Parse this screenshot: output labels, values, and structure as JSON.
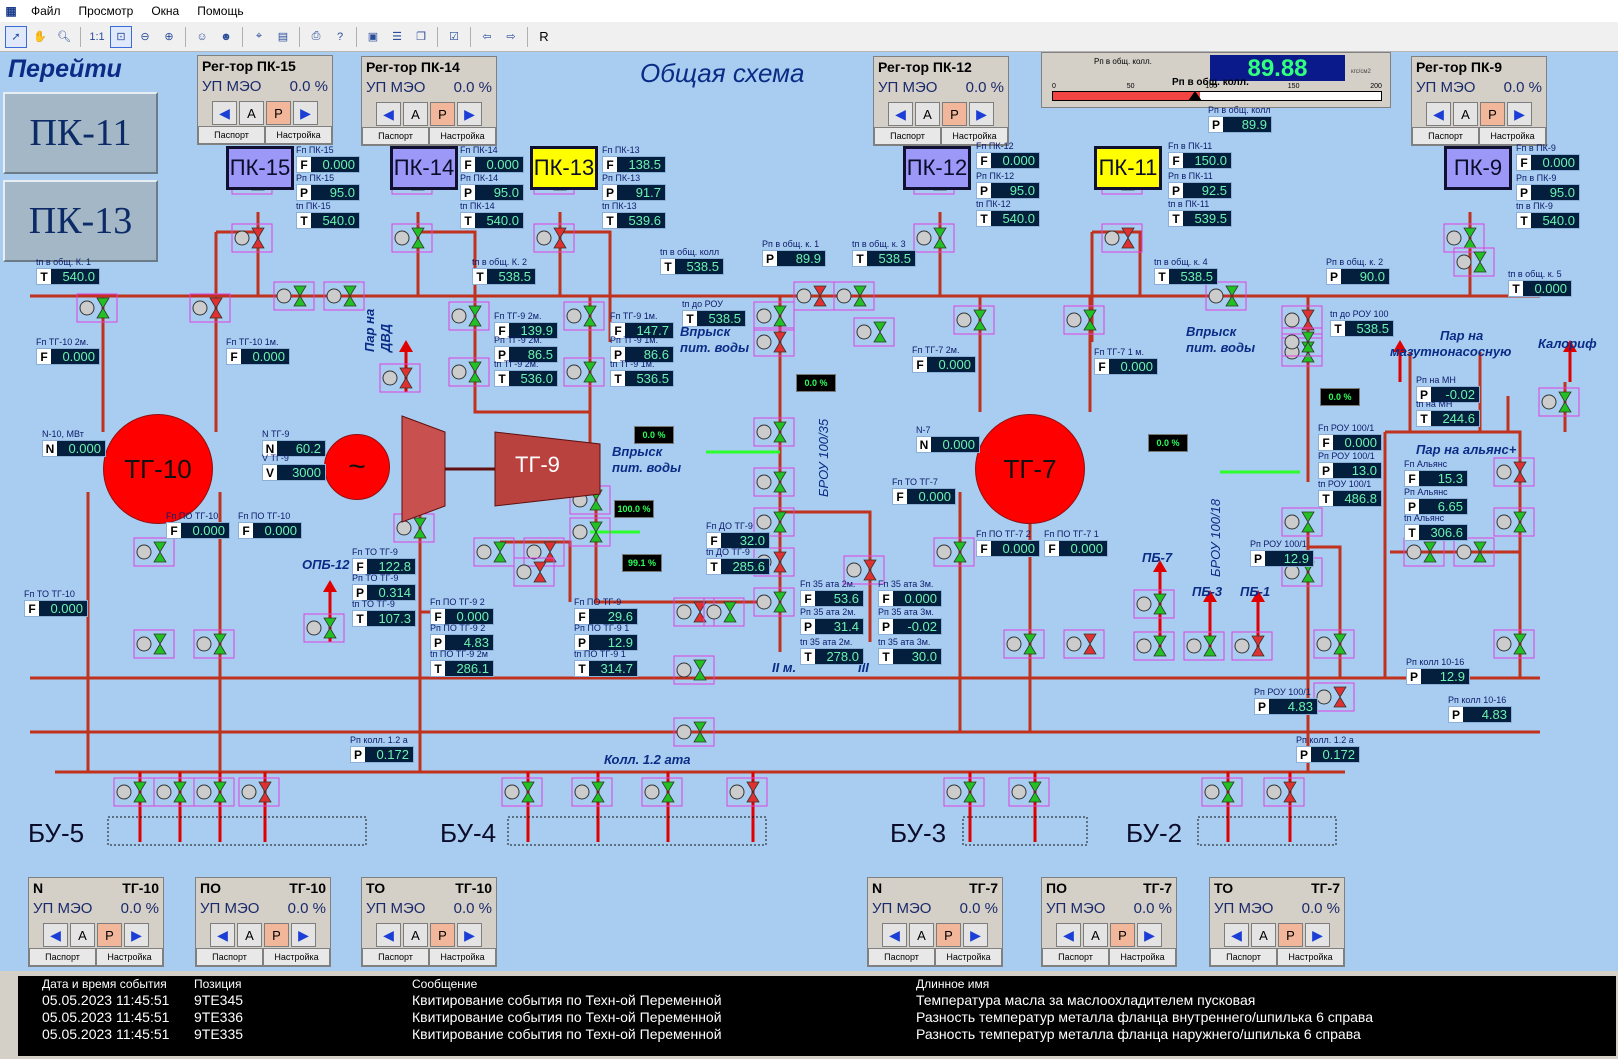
{
  "app": {
    "menu": [
      "Файл",
      "Просмотр",
      "Окна",
      "Помощь"
    ],
    "toolbar_last": "R"
  },
  "nav": {
    "title": "Перейти",
    "buttons": [
      "ПК-11",
      "ПК-13"
    ]
  },
  "scheme_title": "Общая схема",
  "regulators_top": [
    {
      "title": "Рег-тор ПК-15",
      "mode": "УП МЭО",
      "value": "0.0 %"
    },
    {
      "title": "Рег-тор ПК-14",
      "mode": "УП МЭО",
      "value": "0.0 %"
    },
    {
      "title": "Рег-тор ПК-12",
      "mode": "УП МЭО",
      "value": "0.0 %"
    },
    {
      "title": "Рег-тор ПК-9",
      "mode": "УП МЭО",
      "value": "0.0 %"
    }
  ],
  "regulators_bottom": [
    {
      "title_a": "N",
      "title_b": "ТГ-10",
      "mode": "УП МЭО",
      "value": "0.0 %"
    },
    {
      "title_a": "ПО",
      "title_b": "ТГ-10",
      "mode": "УП МЭО",
      "value": "0.0 %"
    },
    {
      "title_a": "ТО",
      "title_b": "ТГ-10",
      "mode": "УП МЭО",
      "value": "0.0 %"
    },
    {
      "title_a": "N",
      "title_b": "ТГ-7",
      "mode": "УП МЭО",
      "value": "0.0 %"
    },
    {
      "title_a": "ПО",
      "title_b": "ТГ-7",
      "mode": "УП МЭО",
      "value": "0.0 %"
    },
    {
      "title_a": "ТО",
      "title_b": "ТГ-7",
      "mode": "УП МЭО",
      "value": "0.0 %"
    }
  ],
  "reg_buttons": {
    "a": "A",
    "p": "P",
    "passport": "Паспорт",
    "settings": "Настройка"
  },
  "pk": [
    "ПК-15",
    "ПК-14",
    "ПК-13",
    "ПК-12",
    "ПК-11",
    "ПК-9"
  ],
  "turbines": [
    "ТГ-10",
    "ТГ-9",
    "ТГ-7"
  ],
  "generator": "~",
  "pressure": {
    "label": "Рп в общ. колл.",
    "value": "89.88",
    "unit": "кгс/см2",
    "ticks": [
      "0",
      "50",
      "100",
      "150",
      "200"
    ],
    "fill_fraction": 0.449
  },
  "labels": {
    "vpr1": "Впрыск",
    "vpr1b": "пит. воды",
    "vpr2": "Впрыск",
    "vpr2b": "пит. воды",
    "vpr3": "Впрыск",
    "vpr3b": "пит. воды",
    "dvd": "Пар на",
    "dvd2": "ДВД",
    "opb": "ОПБ-12",
    "mazut": "Пар на",
    "mazut2": "мазутнонасосную",
    "kalorif": "Калориф",
    "alyans": "Пар на альянс+",
    "pb7": "ПБ-7",
    "pb3": "ПБ-3",
    "pb1": "ПБ-1",
    "broy35": "БРОУ 100/35",
    "broy18": "БРОУ 100/18",
    "iim": "II м.",
    "iii": "III",
    "koll": "Колл. 1.2 ата"
  },
  "bu": [
    "БУ-5",
    "БУ-4",
    "БУ-3",
    "БУ-2"
  ],
  "cond": [
    "0.0 %",
    "0.0 %",
    "100.0 %",
    "99.1 %",
    "0.0 %",
    "0.0 %"
  ],
  "readings": [
    {
      "id": "pk15f",
      "tag": "Fп ПК-15",
      "t": "F",
      "v": "0.000"
    },
    {
      "id": "pk15p",
      "tag": "Рп ПК-15",
      "t": "P",
      "v": "95.0"
    },
    {
      "id": "pk15t",
      "tag": "tп ПК-15",
      "t": "T",
      "v": "540.0"
    },
    {
      "id": "pk14f",
      "tag": "Fп ПК-14",
      "t": "F",
      "v": "0.000"
    },
    {
      "id": "pk14p",
      "tag": "Рп ПК-14",
      "t": "P",
      "v": "95.0"
    },
    {
      "id": "pk14t",
      "tag": "tп ПК-14",
      "t": "T",
      "v": "540.0"
    },
    {
      "id": "pk13f",
      "tag": "Fп ПК-13",
      "t": "F",
      "v": "138.5"
    },
    {
      "id": "pk13p",
      "tag": "Рп ПК-13",
      "t": "P",
      "v": "91.7"
    },
    {
      "id": "pk13t",
      "tag": "tп ПК-13",
      "t": "T",
      "v": "539.6"
    },
    {
      "id": "pk12f",
      "tag": "Fп ПК-12",
      "t": "F",
      "v": "0.000"
    },
    {
      "id": "pk12p",
      "tag": "Рп ПК-12",
      "t": "P",
      "v": "95.0"
    },
    {
      "id": "pk12t",
      "tag": "tп ПК-12",
      "t": "T",
      "v": "540.0"
    },
    {
      "id": "pk11f",
      "tag": "Fп в ПК-11",
      "t": "F",
      "v": "150.0"
    },
    {
      "id": "pk11p",
      "tag": "Рп в ПК-11",
      "t": "P",
      "v": "92.5"
    },
    {
      "id": "pk11t",
      "tag": "tп в ПК-11",
      "t": "T",
      "v": "539.5"
    },
    {
      "id": "pk9f",
      "tag": "Fп в ПК-9",
      "t": "F",
      "v": "0.000"
    },
    {
      "id": "pk9p",
      "tag": "Рп в ПК-9",
      "t": "P",
      "v": "95.0"
    },
    {
      "id": "pk9t",
      "tag": "tп в ПК-9",
      "t": "T",
      "v": "540.0"
    },
    {
      "id": "k1t",
      "tag": "tп в общ. К. 1",
      "t": "T",
      "v": "540.0"
    },
    {
      "id": "k2t",
      "tag": "tп в общ. К. 2",
      "t": "T",
      "v": "538.5"
    },
    {
      "id": "kolt",
      "tag": "tп в общ. колл",
      "t": "T",
      "v": "538.5"
    },
    {
      "id": "k1p",
      "tag": "Рп в общ. к. 1",
      "t": "P",
      "v": "89.9"
    },
    {
      "id": "k3t",
      "tag": "tп в общ. к. 3",
      "t": "T",
      "v": "538.5"
    },
    {
      "id": "k4t",
      "tag": "tп в общ. к. 4",
      "t": "T",
      "v": "538.5"
    },
    {
      "id": "k2p",
      "tag": "Рп в общ. к. 2",
      "t": "P",
      "v": "90.0"
    },
    {
      "id": "k5t",
      "tag": "tп в общ. к. 5",
      "t": "T",
      "v": "0.000"
    },
    {
      "id": "kolp",
      "tag": "Рп в общ. колл",
      "t": "P",
      "v": "89.9"
    },
    {
      "id": "tg10f",
      "tag": "Fп ТГ-10 2м.",
      "t": "F",
      "v": "0.000"
    },
    {
      "id": "tg10f1",
      "tag": "Fп ТГ-10 1м.",
      "t": "F",
      "v": "0.000"
    },
    {
      "id": "tg9f",
      "tag": "Fп ТГ-9 2м.",
      "t": "F",
      "v": "139.9"
    },
    {
      "id": "tg9p",
      "tag": "Рп ТГ-9 2м.",
      "t": "P",
      "v": "86.5"
    },
    {
      "id": "tg9t",
      "tag": "tп ТГ-9 2м.",
      "t": "T",
      "v": "536.0"
    },
    {
      "id": "tg9f1",
      "tag": "Fп ТГ-9 1м.",
      "t": "F",
      "v": "147.7"
    },
    {
      "id": "tg9p1",
      "tag": "Рп ТГ-9 1м.",
      "t": "P",
      "v": "86.6"
    },
    {
      "id": "tg9t1",
      "tag": "tп ТГ-9 1м.",
      "t": "T",
      "v": "536.5"
    },
    {
      "id": "prou35",
      "tag": "tп до РОУ",
      "t": "T",
      "v": "538.5"
    },
    {
      "id": "tg7f",
      "tag": "Fп ТГ-7 2м.",
      "t": "F",
      "v": "0.000"
    },
    {
      "id": "tg7f1",
      "tag": "Fп ТГ-7 1 м.",
      "t": "F",
      "v": "0.000"
    },
    {
      "id": "prou100",
      "tag": "tп до РОУ 100",
      "t": "T",
      "v": "538.5"
    },
    {
      "id": "n10",
      "tag": "N-10, МВт",
      "t": "N",
      "v": "0.000"
    },
    {
      "id": "n9",
      "tag": "N ТГ-9",
      "t": "N",
      "v": "60.2"
    },
    {
      "id": "v9",
      "tag": "V ТГ-9",
      "t": "V",
      "v": "3000"
    },
    {
      "id": "n7",
      "tag": "N-7",
      "t": "N",
      "v": "0.000"
    },
    {
      "id": "fto7",
      "tag": "Fп ТО ТГ-7",
      "t": "F",
      "v": "0.000"
    },
    {
      "id": "fpo10",
      "tag": "Fп ПО ТГ-10",
      "t": "F",
      "v": "0.000"
    },
    {
      "id": "fpo10b",
      "tag": "Fп ПО ТГ-10",
      "t": "F",
      "v": "0.000"
    },
    {
      "id": "fto10",
      "tag": "Fп ТО ТГ-10",
      "t": "F",
      "v": "0.000"
    },
    {
      "id": "fto9",
      "tag": "Fп ТО ТГ-9",
      "t": "F",
      "v": "122.8"
    },
    {
      "id": "pto9",
      "tag": "Рп ТО ТГ-9",
      "t": "P",
      "v": "0.314"
    },
    {
      "id": "tto9",
      "tag": "tп ТО ТГ-9",
      "t": "T",
      "v": "107.3"
    },
    {
      "id": "fpo9",
      "tag": "Fп ПО ТГ-9 2",
      "t": "F",
      "v": "0.000"
    },
    {
      "id": "ppo9",
      "tag": "Рп ПО ТГ-9 2",
      "t": "P",
      "v": "4.83"
    },
    {
      "id": "tpo9",
      "tag": "tп ПО ТГ-9 2м",
      "t": "T",
      "v": "286.1"
    },
    {
      "id": "fpo9b",
      "tag": "Fп ПО ТГ-9",
      "t": "F",
      "v": "29.6"
    },
    {
      "id": "ppo9b",
      "tag": "Рп ПО ТГ-9 1",
      "t": "P",
      "v": "12.9"
    },
    {
      "id": "tpo9b",
      "tag": "tп ПО ТГ-9 1",
      "t": "T",
      "v": "314.7"
    },
    {
      "id": "fdo9",
      "tag": "Fп ДО ТГ-9",
      "t": "F",
      "v": "32.0"
    },
    {
      "id": "tdo9",
      "tag": "tп ДО ТГ-9",
      "t": "T",
      "v": "285.6"
    },
    {
      "id": "f35",
      "tag": "Fп 35 ата 2м.",
      "t": "F",
      "v": "53.6"
    },
    {
      "id": "p35",
      "tag": "Рп 35 ата 2м.",
      "t": "P",
      "v": "31.4"
    },
    {
      "id": "t35",
      "tag": "tп 35 ата 2м.",
      "t": "T",
      "v": "278.0"
    },
    {
      "id": "f35b",
      "tag": "Fп 35 ата 3м.",
      "t": "F",
      "v": "0.000"
    },
    {
      "id": "p35b",
      "tag": "Рп 35 ата 3м.",
      "t": "P",
      "v": "-0.02"
    },
    {
      "id": "t35b",
      "tag": "tп 35 ата 3м.",
      "t": "T",
      "v": "30.0"
    },
    {
      "id": "fpo7",
      "tag": "Fп ПО ТГ-7 2",
      "t": "F",
      "v": "0.000"
    },
    {
      "id": "fpo7b",
      "tag": "Fп ПО ТГ-7 1",
      "t": "F",
      "v": "0.000"
    },
    {
      "id": "frou100",
      "tag": "Fп РОУ 100/1",
      "t": "F",
      "v": "0.000"
    },
    {
      "id": "prou100b",
      "tag": "Рп РОУ 100/1",
      "t": "P",
      "v": "13.0"
    },
    {
      "id": "trou100",
      "tag": "tп РОУ 100/1",
      "t": "T",
      "v": "486.8"
    },
    {
      "id": "prou18",
      "tag": "Рп РОУ 100/1",
      "t": "P",
      "v": "12.9"
    },
    {
      "id": "pmn",
      "tag": "Рп на МН",
      "t": "P",
      "v": "-0.02"
    },
    {
      "id": "tmn",
      "tag": "tп на МН",
      "t": "T",
      "v": "244.6"
    },
    {
      "id": "fal",
      "tag": "Fп Альянс",
      "t": "F",
      "v": "15.3"
    },
    {
      "id": "pal",
      "tag": "Рп Альянс",
      "t": "P",
      "v": "6.65"
    },
    {
      "id": "tal",
      "tag": "tп Альянс",
      "t": "T",
      "v": "306.6"
    },
    {
      "id": "pk1016",
      "tag": "Рп колл 10-16",
      "t": "P",
      "v": "12.9"
    },
    {
      "id": "pk1016b",
      "tag": "Рп колл 10-16",
      "t": "P",
      "v": "4.83"
    },
    {
      "id": "prou18b",
      "tag": "Рп РОУ 100/1",
      "t": "P",
      "v": "4.83"
    },
    {
      "id": "pk12a",
      "tag": "Рп колл. 1.2 а",
      "t": "P",
      "v": "0.172"
    },
    {
      "id": "pk12b",
      "tag": "Рп колл. 1.2 а",
      "t": "P",
      "v": "0.172"
    }
  ],
  "events": {
    "headers": [
      "Дата и время события",
      "Позиция",
      "Сообщение",
      "Длинное имя"
    ],
    "rows": [
      [
        "05.05.2023 11:45:51",
        "9TE345",
        "Квитирование события по Техн-ой Переменной",
        "Температура масла за маслоохладителем пусковая"
      ],
      [
        "05.05.2023 11:45:51",
        "9TE336",
        "Квитирование события по Техн-ой Переменной",
        "Разность температур металла фланца внутреннего/шпилька 6 справа"
      ],
      [
        "05.05.2023 11:45:51",
        "9TE335",
        "Квитирование события по Техн-ой Переменной",
        "Разность температур металла фланца наружнего/шпилька 6 справа"
      ]
    ]
  }
}
